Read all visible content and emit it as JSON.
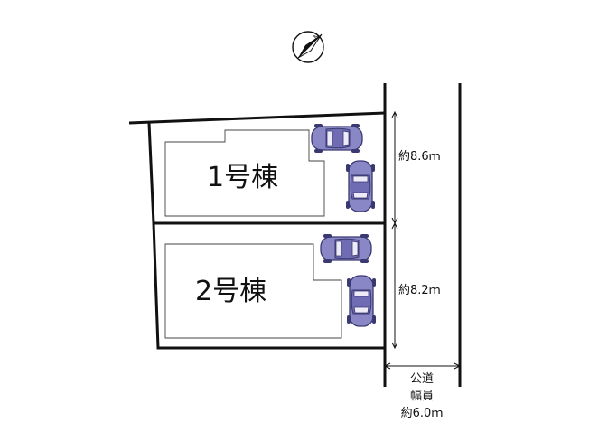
{
  "buildings": [
    {
      "label": "1号棟"
    },
    {
      "label": "2号棟"
    }
  ],
  "dimensions": {
    "lot1_frontage": "約8.6ｍ",
    "lot2_frontage": "約8.2ｍ"
  },
  "road": {
    "line1": "公道",
    "line2": "幅員",
    "line3": "約6.0ｍ"
  },
  "compass": {
    "icon": "north-arrow-icon"
  },
  "colors": {
    "line": "#111111",
    "car_fill": "#8a87c6",
    "car_stroke": "#3a3870",
    "window": "#ecebf7"
  }
}
